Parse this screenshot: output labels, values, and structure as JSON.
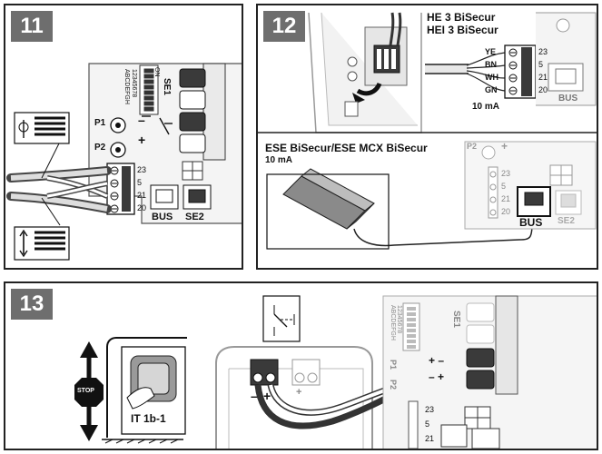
{
  "panel11": {
    "step": "11",
    "dip_letters": "ABCDEFGH",
    "dip_numbers": "12345678",
    "dip_on": "ON",
    "se1": "SE1",
    "p1": "P1",
    "p2": "P2",
    "minus": "–",
    "plus": "+",
    "terminals": [
      "23",
      "5",
      "21",
      "20"
    ],
    "bus": "BUS",
    "se2": "SE2"
  },
  "panel12": {
    "step": "12",
    "title_line1": "HE 3 BiSecur",
    "title_line2": "HEI 3 BiSecur",
    "wires": [
      "YE",
      "BN",
      "WH",
      "GN"
    ],
    "terminals": [
      "23",
      "5",
      "21",
      "20"
    ],
    "bus": "BUS",
    "current_top": "10 mA",
    "ese_title": "ESE BiSecur/ESE MCX BiSecur",
    "ese_current": "10 mA",
    "p2": "P2",
    "plus": "+",
    "bus_highlight": "BUS",
    "se2": "SE2",
    "terminals_lower": [
      "23",
      "5",
      "21",
      "20"
    ]
  },
  "panel13": {
    "step": "13",
    "stop": "STOP",
    "device": "IT 1b-1",
    "se1": "SE1",
    "p1": "P1",
    "p2": "P2",
    "terminals": [
      "23",
      "5",
      "21"
    ],
    "dip_letters": "ABCDEFGH",
    "dip_numbers": "12345678",
    "plus_minus": "+ –",
    "minus_plus": "– +",
    "plus": "+",
    "minus": "–"
  }
}
